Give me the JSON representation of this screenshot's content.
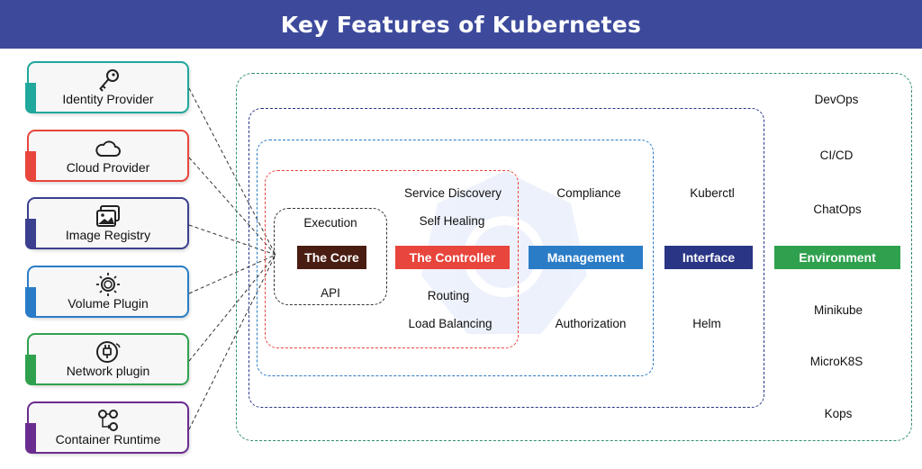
{
  "title": "Key Features of  Kubernetes",
  "plugins": [
    {
      "label": "Identity Provider",
      "icon": "key-icon",
      "color": "#1fa89b"
    },
    {
      "label": "Cloud Provider",
      "icon": "cloud-icon",
      "color": "#e8453c"
    },
    {
      "label": "Image Registry",
      "icon": "image-gallery-icon",
      "color": "#3a3f8f"
    },
    {
      "label": "Volume Plugin",
      "icon": "volume-sun-icon",
      "color": "#2a7cc7"
    },
    {
      "label": "Network plugin",
      "icon": "plug-icon",
      "color": "#2fa14e"
    },
    {
      "label": "Container Runtime",
      "icon": "gears-icon",
      "color": "#6a2d8f"
    }
  ],
  "core": {
    "top": "Execution",
    "label": "The Core",
    "bottom": "API",
    "color": "#4a1d12"
  },
  "controller": {
    "items_top": [
      "Service Discovery",
      "Self Healing"
    ],
    "label": "The Controller",
    "items_bottom": [
      "Routing",
      "Load Balancing"
    ],
    "color": "#e8453c"
  },
  "management": {
    "top": "Compliance",
    "label": "Management",
    "bottom": "Authorization",
    "color": "#2a7cc7"
  },
  "interface": {
    "top": "Kuberctl",
    "label": "Interface",
    "bottom": "Helm",
    "color": "#2a3585"
  },
  "environment": {
    "items_top": [
      "DevOps",
      "CI/CD",
      "ChatOps"
    ],
    "label": "Environment",
    "items_bottom": [
      "Minikube",
      "MicroK8S",
      "Kops"
    ],
    "color": "#2fa14e"
  }
}
